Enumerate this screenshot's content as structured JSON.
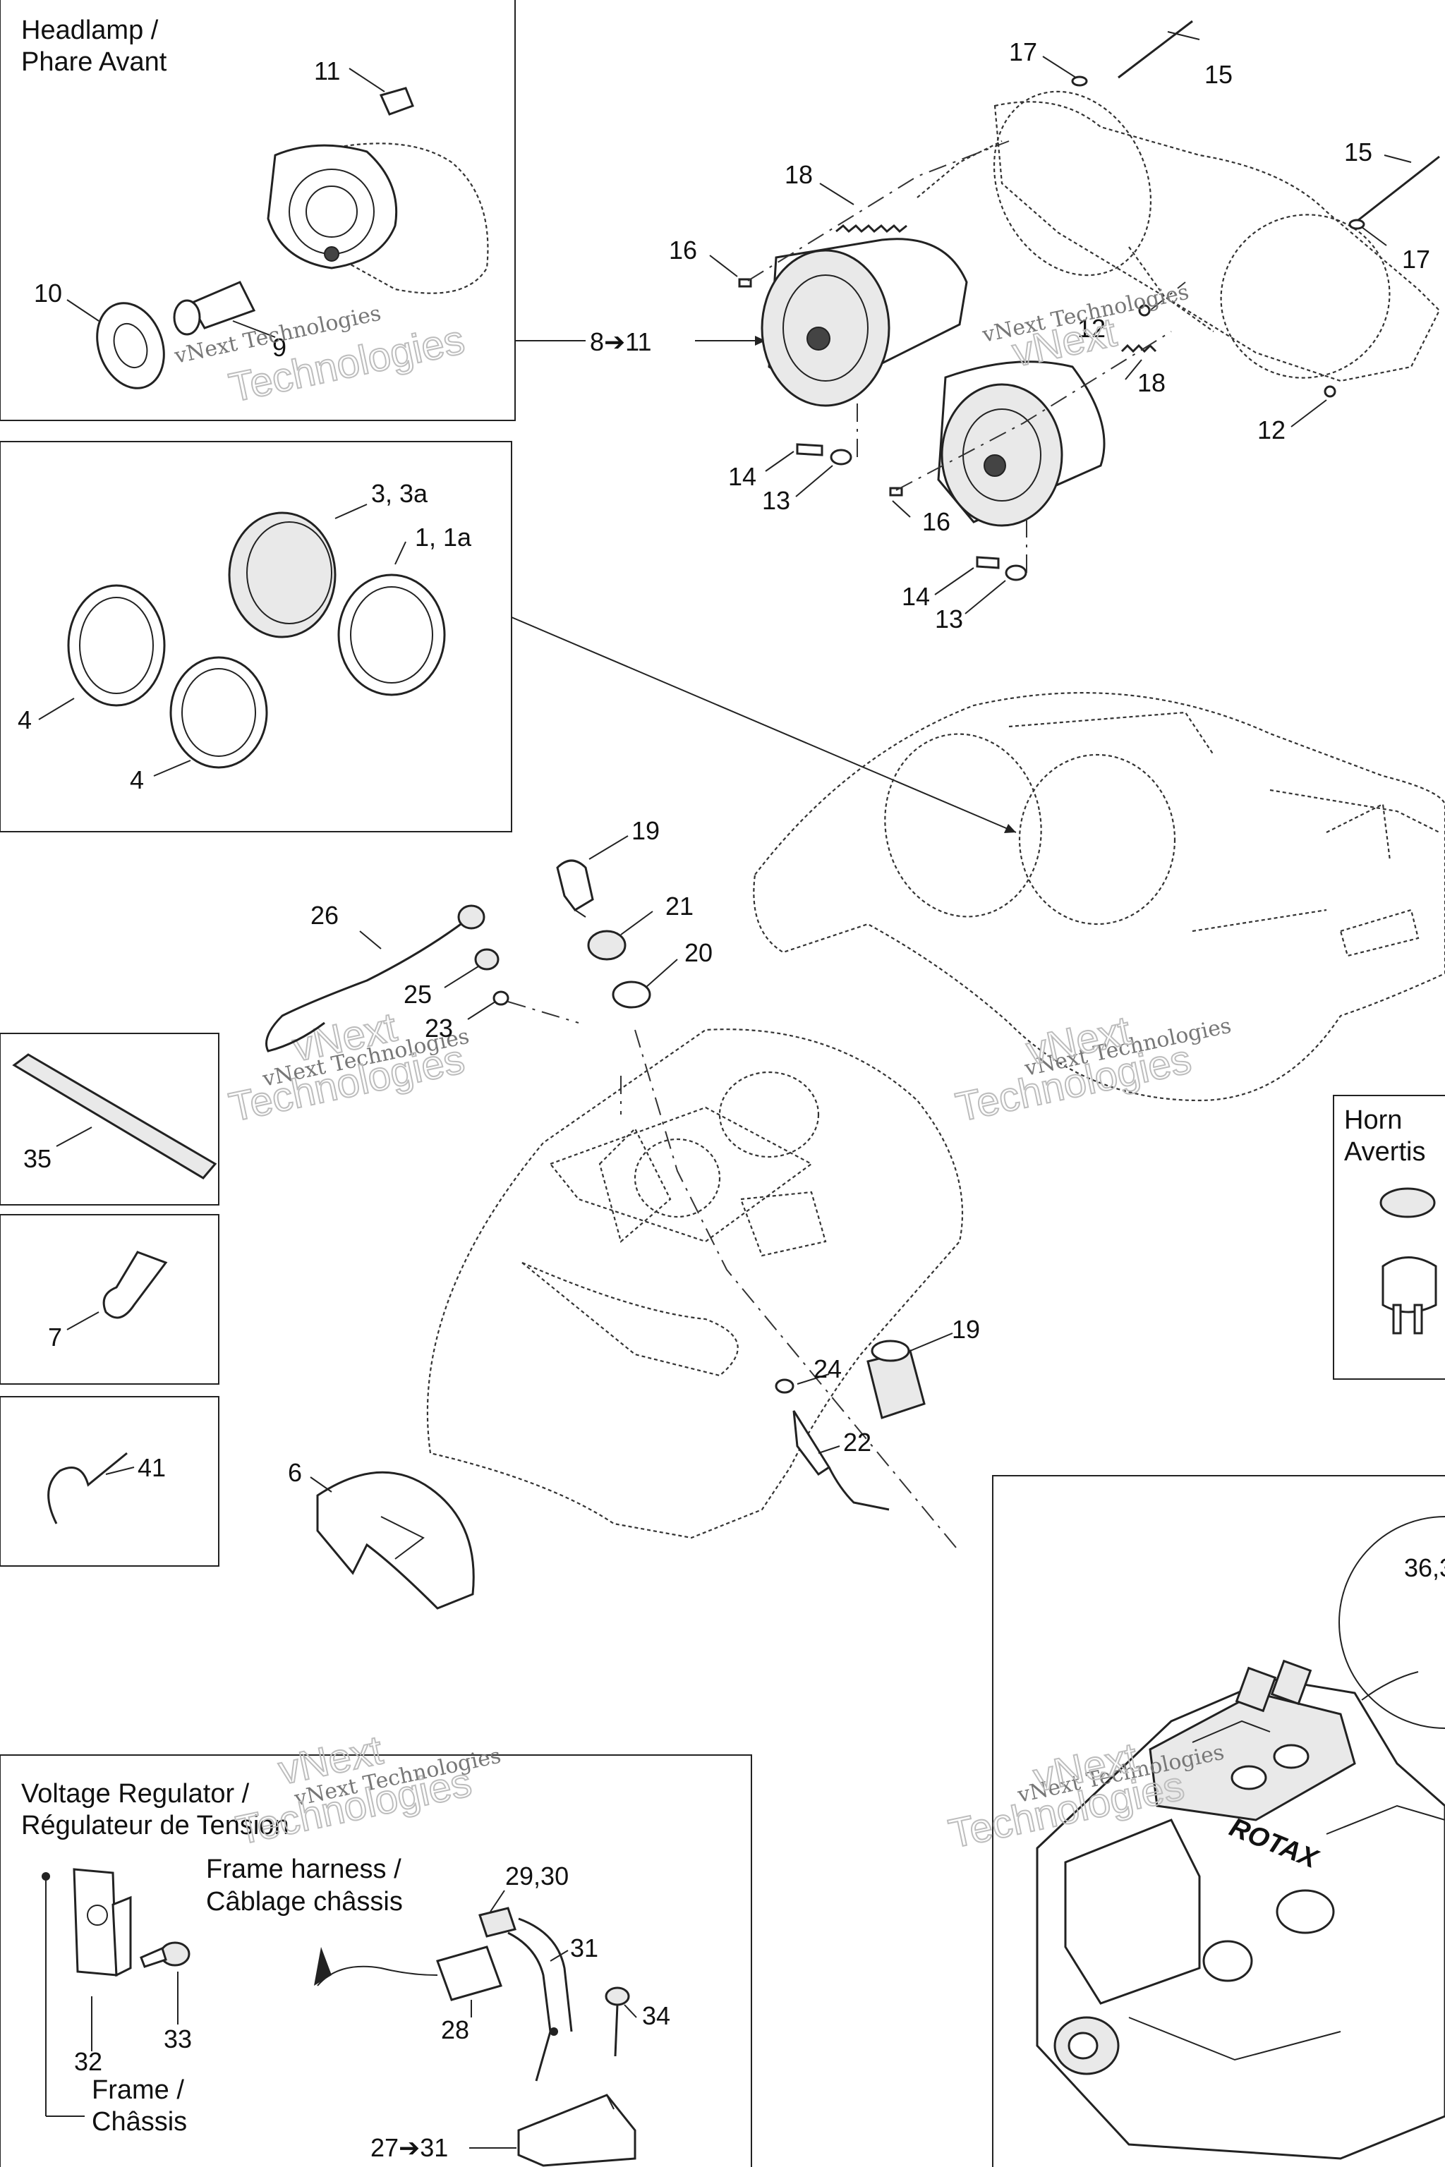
{
  "sections": {
    "headlamp": {
      "title_en": "Headlamp /",
      "title_fr": "Phare Avant"
    },
    "horn": {
      "title_en": "Horn",
      "title_fr": "Avertis"
    },
    "regulator": {
      "title_en": "Voltage Regulator /",
      "title_fr": "Régulateur de Tension"
    },
    "frame_harness": {
      "line1": "Frame harness /",
      "line2": "Câblage châssis"
    },
    "frame": {
      "line1": "Frame /",
      "line2": "Châssis"
    }
  },
  "callouts": {
    "c1_1a": "1, 1a",
    "c3_3a": "3, 3a",
    "c4": "4",
    "c4b": "4",
    "c6": "6",
    "c7": "7",
    "c8_11": "8➔11",
    "c9": "9",
    "c10": "10",
    "c11": "11",
    "c12a": "12",
    "c12b": "12",
    "c13a": "13",
    "c13b": "13",
    "c14a": "14",
    "c14b": "14",
    "c15a": "15",
    "c15b": "15",
    "c16a": "16",
    "c16b": "16",
    "c17a": "17",
    "c17b": "17",
    "c18a": "18",
    "c18b": "18",
    "c19a": "19",
    "c19b": "19",
    "c20": "20",
    "c21": "21",
    "c22": "22",
    "c23": "23",
    "c24": "24",
    "c25": "25",
    "c26": "26",
    "c27_31": "27➔31",
    "c28": "28",
    "c29_30": "29,30",
    "c31": "31",
    "c32": "32",
    "c33": "33",
    "c34": "34",
    "c35": "35",
    "c36": "36,3",
    "c41": "41"
  },
  "watermark": {
    "small": "vNext Technologies",
    "big": "vNext Technologies",
    "big_line1": "vNext",
    "big_line2": "Technologies"
  },
  "engine_logo": "ROTAX"
}
